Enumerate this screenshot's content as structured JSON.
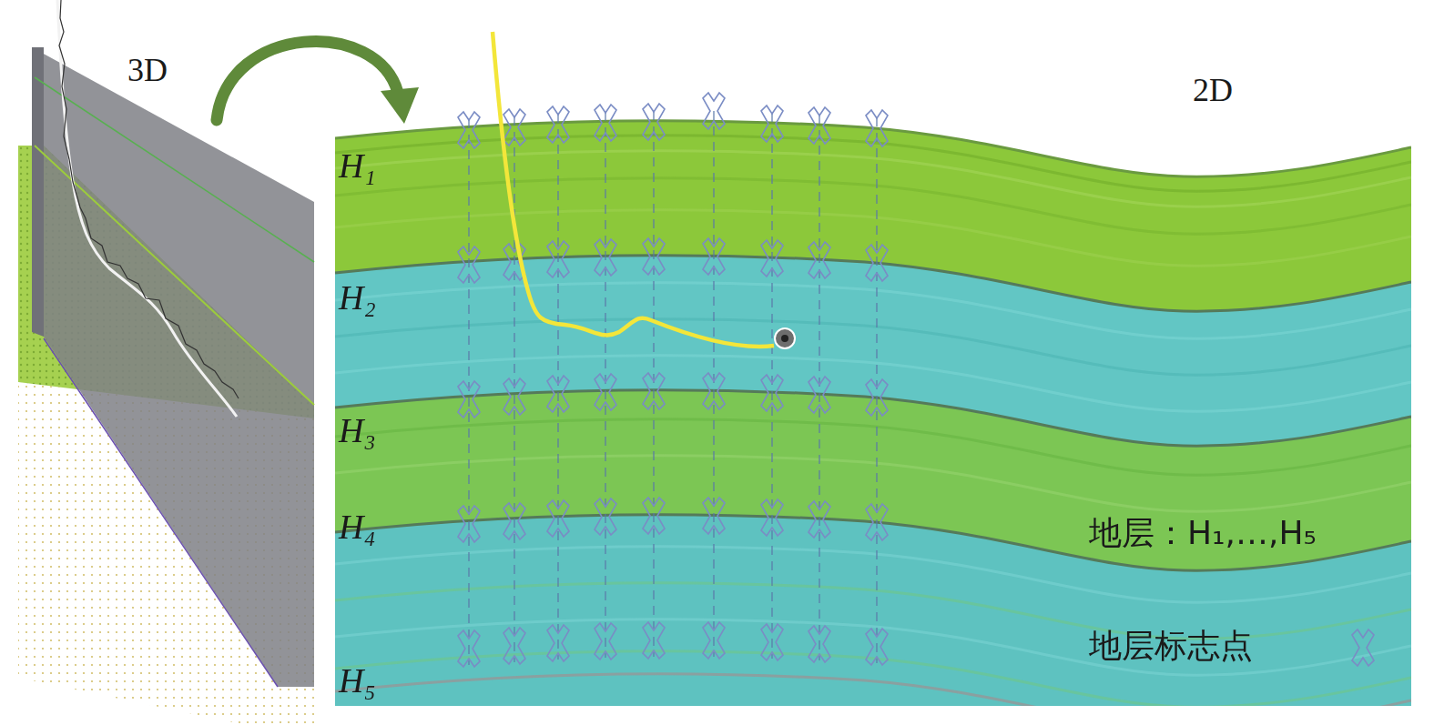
{
  "diagram": {
    "labels": [
      "3D",
      "2D",
      "H₁",
      "H₂",
      "H₃",
      "H₄",
      "H₅",
      "地层：H₁,…,H₅"
    ],
    "legend": [
      {
        "text": "地层标志点"
      }
    ]
  }
}
